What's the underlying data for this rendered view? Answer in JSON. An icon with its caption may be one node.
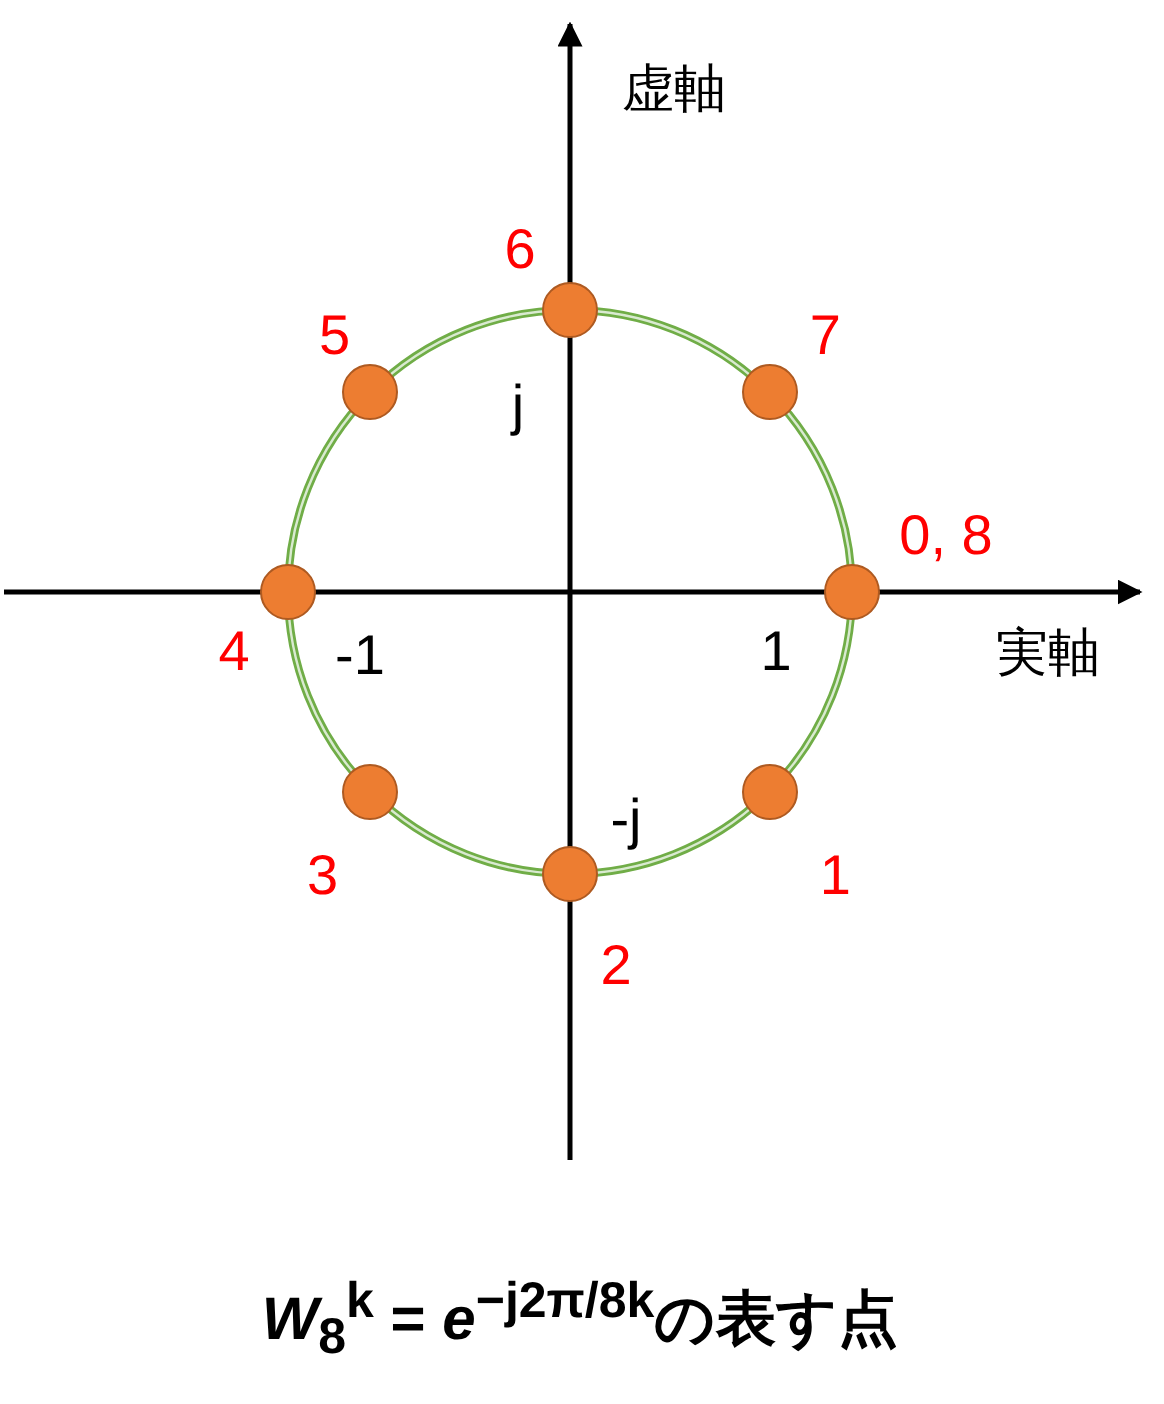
{
  "diagram": {
    "caption": "*W*$_{8}$$^{k}$ = *e*$^{−j2π/8k}$の表す点",
    "nodes": [
      {
        "text": [],
        "shape": "circle",
        "beside": [
          "0, 8"
        ]
      },
      {
        "text": [],
        "shape": "circle",
        "beside": [
          "1"
        ]
      },
      {
        "text": [],
        "shape": "circle",
        "beside": [
          "2"
        ]
      },
      {
        "text": [],
        "shape": "circle",
        "beside": [
          "3"
        ]
      },
      {
        "text": [],
        "shape": "circle",
        "beside": [
          "4"
        ]
      },
      {
        "text": [],
        "shape": "circle",
        "beside": [
          "5"
        ]
      },
      {
        "text": [],
        "shape": "circle",
        "beside": [
          "6"
        ]
      },
      {
        "text": [],
        "shape": "circle",
        "beside": [
          "7"
        ]
      }
    ],
    "labels": [
      "虚軸",
      "j",
      "-1",
      "1",
      "実軸",
      "-j"
    ]
  }
}
